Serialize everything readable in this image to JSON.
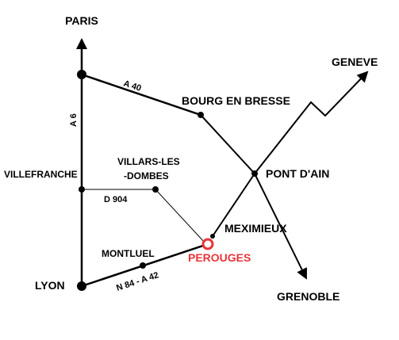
{
  "colors": {
    "road": "#000000",
    "highlight": "#e8343a",
    "background": "#ffffff"
  },
  "places": {
    "paris": "PARIS",
    "geneve": "GENEVE",
    "bourg": "BOURG EN BRESSE",
    "villefranche": "VILLEFRANCHE",
    "villars_1": "VILLARS-LES",
    "villars_2": "-DOMBES",
    "pont_dain": "PONT D'AIN",
    "meximieux": "MEXIMIEUX",
    "montluel": "MONTLUEL",
    "perouges": "PEROUGES",
    "lyon": "LYON",
    "grenoble": "GRENOBLE"
  },
  "roads": {
    "a40": "A 40",
    "a6": "A 6",
    "d904": "D 904",
    "n84": "N 84 - A 42"
  }
}
